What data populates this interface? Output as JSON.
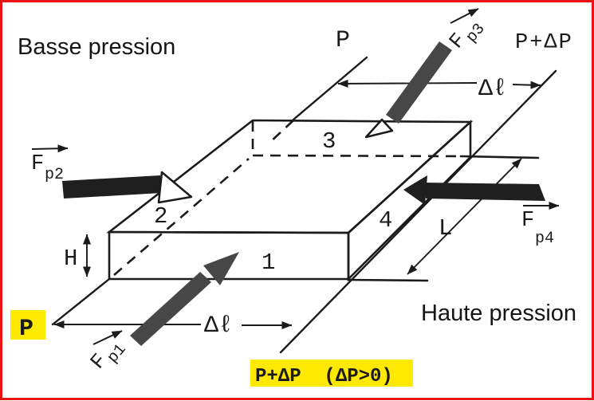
{
  "annotations": {
    "low_pressure": "Basse pression",
    "high_pressure": "Haute pression"
  },
  "isobar_labels": {
    "p_top": "P",
    "p_delta_top": "P+ΔP"
  },
  "highlights": {
    "p": "P",
    "p_delta_condition": "P+ΔP  (ΔP>0)"
  },
  "dimensions": {
    "delta_l": "Δℓ",
    "height": "H",
    "depth": "L"
  },
  "faces": {
    "f1": "1",
    "f2": "2",
    "f3": "3",
    "f4": "4"
  },
  "forces": {
    "fp1": {
      "symbol": "F",
      "subscript": "p1"
    },
    "fp2": {
      "symbol": "F",
      "subscript": "p2"
    },
    "fp3": {
      "symbol": "F",
      "subscript": "p3"
    },
    "fp4": {
      "symbol": "F",
      "subscript": "p4"
    }
  },
  "colors": {
    "highlight": "#ffe900",
    "border": "#ec1313",
    "ink": "#1b1b1b"
  }
}
